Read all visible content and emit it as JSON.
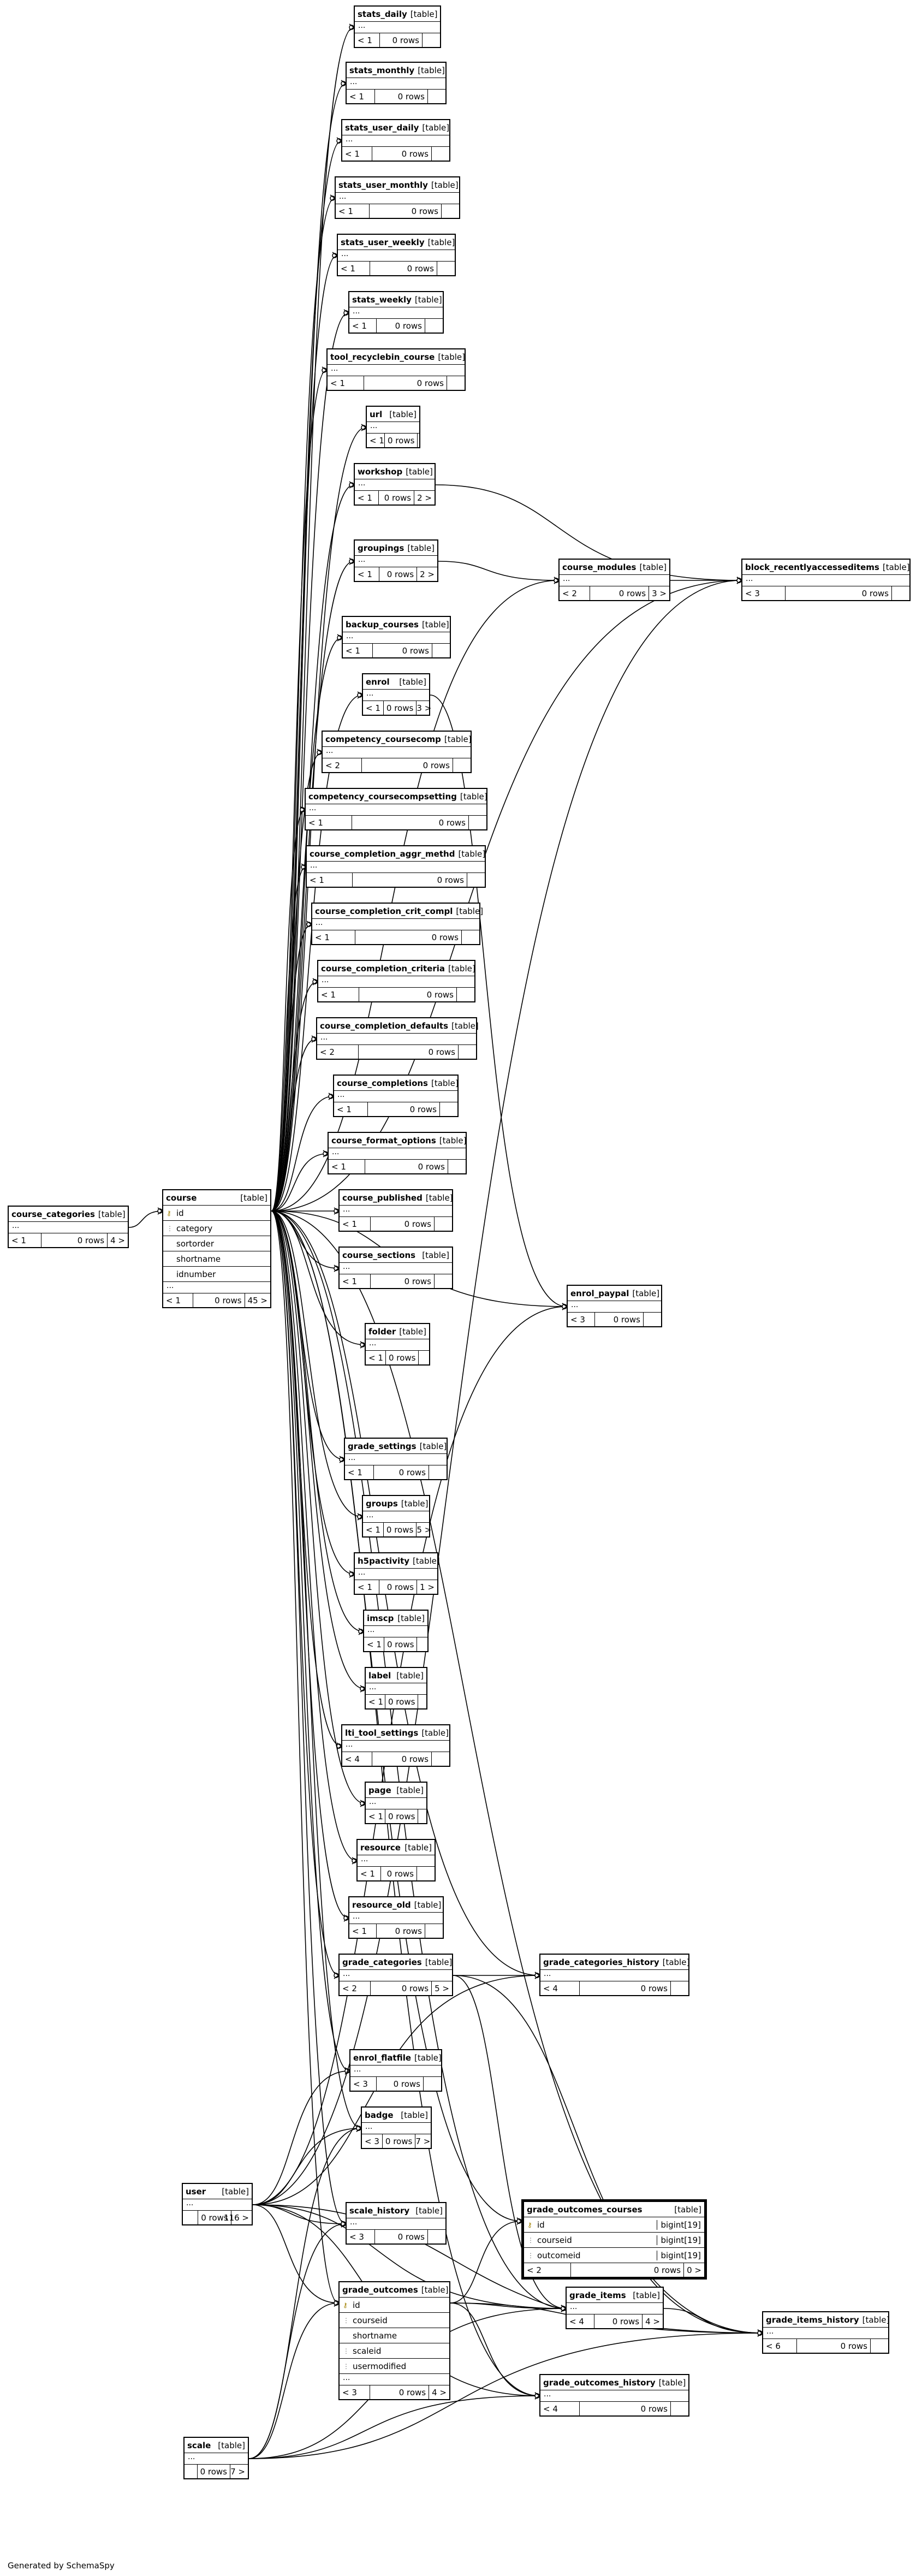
{
  "type_label": "[table]",
  "ellipsis": "...",
  "generated_by": "Generated by SchemaSpy",
  "tables": [
    {
      "id": "stats_daily",
      "name": "stats_daily",
      "parents": "< 1",
      "rows": "0 rows",
      "children": ""
    },
    {
      "id": "stats_monthly",
      "name": "stats_monthly",
      "parents": "< 1",
      "rows": "0 rows",
      "children": ""
    },
    {
      "id": "stats_user_daily",
      "name": "stats_user_daily",
      "parents": "< 1",
      "rows": "0 rows",
      "children": ""
    },
    {
      "id": "stats_user_monthly",
      "name": "stats_user_monthly",
      "parents": "< 1",
      "rows": "0 rows",
      "children": ""
    },
    {
      "id": "stats_user_weekly",
      "name": "stats_user_weekly",
      "parents": "< 1",
      "rows": "0 rows",
      "children": ""
    },
    {
      "id": "stats_weekly",
      "name": "stats_weekly",
      "parents": "< 1",
      "rows": "0 rows",
      "children": ""
    },
    {
      "id": "tool_recyclebin_course",
      "name": "tool_recyclebin_course",
      "parents": "< 1",
      "rows": "0 rows",
      "children": ""
    },
    {
      "id": "url",
      "name": "url",
      "parents": "< 1",
      "rows": "0 rows",
      "children": ""
    },
    {
      "id": "workshop",
      "name": "workshop",
      "parents": "< 1",
      "rows": "0 rows",
      "children": "2 >"
    },
    {
      "id": "groupings",
      "name": "groupings",
      "parents": "< 1",
      "rows": "0 rows",
      "children": "2 >"
    },
    {
      "id": "course_modules",
      "name": "course_modules",
      "parents": "< 2",
      "rows": "0 rows",
      "children": "3 >"
    },
    {
      "id": "block_recentlyaccesseditems",
      "name": "block_recentlyaccesseditems",
      "parents": "< 3",
      "rows": "0 rows",
      "children": ""
    },
    {
      "id": "backup_courses",
      "name": "backup_courses",
      "parents": "< 1",
      "rows": "0 rows",
      "children": ""
    },
    {
      "id": "enrol",
      "name": "enrol",
      "parents": "< 1",
      "rows": "0 rows",
      "children": "3 >"
    },
    {
      "id": "competency_coursecomp",
      "name": "competency_coursecomp",
      "parents": "< 2",
      "rows": "0 rows",
      "children": ""
    },
    {
      "id": "competency_coursecompsetting",
      "name": "competency_coursecompsetting",
      "parents": "< 1",
      "rows": "0 rows",
      "children": ""
    },
    {
      "id": "course_completion_aggr_methd",
      "name": "course_completion_aggr_methd",
      "parents": "< 1",
      "rows": "0 rows",
      "children": ""
    },
    {
      "id": "course_completion_crit_compl",
      "name": "course_completion_crit_compl",
      "parents": "< 1",
      "rows": "0 rows",
      "children": ""
    },
    {
      "id": "course_completion_criteria",
      "name": "course_completion_criteria",
      "parents": "< 1",
      "rows": "0 rows",
      "children": ""
    },
    {
      "id": "course_completion_defaults",
      "name": "course_completion_defaults",
      "parents": "< 2",
      "rows": "0 rows",
      "children": ""
    },
    {
      "id": "course_completions",
      "name": "course_completions",
      "parents": "< 1",
      "rows": "0 rows",
      "children": ""
    },
    {
      "id": "course_format_options",
      "name": "course_format_options",
      "parents": "< 1",
      "rows": "0 rows",
      "children": ""
    },
    {
      "id": "course_published",
      "name": "course_published",
      "parents": "< 1",
      "rows": "0 rows",
      "children": ""
    },
    {
      "id": "course_sections",
      "name": "course_sections",
      "parents": "< 1",
      "rows": "0 rows",
      "children": ""
    },
    {
      "id": "course_categories",
      "name": "course_categories",
      "parents": "< 1",
      "rows": "0 rows",
      "children": "4 >"
    },
    {
      "id": "course",
      "name": "course",
      "parents": "< 1",
      "rows": "0 rows",
      "children": "45 >",
      "columns": [
        {
          "key": "pk",
          "name": "id"
        },
        {
          "key": "fk",
          "name": "category"
        },
        {
          "key": "",
          "name": "sortorder"
        },
        {
          "key": "",
          "name": "shortname"
        },
        {
          "key": "",
          "name": "idnumber"
        }
      ]
    },
    {
      "id": "enrol_paypal",
      "name": "enrol_paypal",
      "parents": "< 3",
      "rows": "0 rows",
      "children": ""
    },
    {
      "id": "folder",
      "name": "folder",
      "parents": "< 1",
      "rows": "0 rows",
      "children": ""
    },
    {
      "id": "grade_settings",
      "name": "grade_settings",
      "parents": "< 1",
      "rows": "0 rows",
      "children": ""
    },
    {
      "id": "groups",
      "name": "groups",
      "parents": "< 1",
      "rows": "0 rows",
      "children": "5 >"
    },
    {
      "id": "h5pactivity",
      "name": "h5pactivity",
      "parents": "< 1",
      "rows": "0 rows",
      "children": "1 >"
    },
    {
      "id": "imscp",
      "name": "imscp",
      "parents": "< 1",
      "rows": "0 rows",
      "children": ""
    },
    {
      "id": "label",
      "name": "label",
      "parents": "< 1",
      "rows": "0 rows",
      "children": ""
    },
    {
      "id": "lti_tool_settings",
      "name": "lti_tool_settings",
      "parents": "< 4",
      "rows": "0 rows",
      "children": ""
    },
    {
      "id": "page",
      "name": "page",
      "parents": "< 1",
      "rows": "0 rows",
      "children": ""
    },
    {
      "id": "resource",
      "name": "resource",
      "parents": "< 1",
      "rows": "0 rows",
      "children": ""
    },
    {
      "id": "resource_old",
      "name": "resource_old",
      "parents": "< 1",
      "rows": "0 rows",
      "children": ""
    },
    {
      "id": "grade_categories",
      "name": "grade_categories",
      "parents": "< 2",
      "rows": "0 rows",
      "children": "5 >"
    },
    {
      "id": "grade_categories_history",
      "name": "grade_categories_history",
      "parents": "< 4",
      "rows": "0 rows",
      "children": ""
    },
    {
      "id": "enrol_flatfile",
      "name": "enrol_flatfile",
      "parents": "< 3",
      "rows": "0 rows",
      "children": ""
    },
    {
      "id": "badge",
      "name": "badge",
      "parents": "< 3",
      "rows": "0 rows",
      "children": "7 >"
    },
    {
      "id": "user",
      "name": "user",
      "parents": "",
      "rows": "0 rows",
      "children": "116 >"
    },
    {
      "id": "scale_history",
      "name": "scale_history",
      "parents": "< 3",
      "rows": "0 rows",
      "children": ""
    },
    {
      "id": "grade_outcomes_courses",
      "name": "grade_outcomes_courses",
      "parents": "< 2",
      "rows": "0 rows",
      "children": "0 >",
      "focus": true,
      "columns": [
        {
          "key": "pk",
          "name": "id",
          "type": "bigint[19]"
        },
        {
          "key": "fk",
          "name": "courseid",
          "type": "bigint[19]"
        },
        {
          "key": "fk",
          "name": "outcomeid",
          "type": "bigint[19]"
        }
      ]
    },
    {
      "id": "grade_items",
      "name": "grade_items",
      "parents": "< 4",
      "rows": "0 rows",
      "children": "4 >"
    },
    {
      "id": "grade_items_history",
      "name": "grade_items_history",
      "parents": "< 6",
      "rows": "0 rows",
      "children": ""
    },
    {
      "id": "grade_outcomes",
      "name": "grade_outcomes",
      "parents": "< 3",
      "rows": "0 rows",
      "children": "4 >",
      "columns": [
        {
          "key": "pk",
          "name": "id"
        },
        {
          "key": "fk",
          "name": "courseid"
        },
        {
          "key": "",
          "name": "shortname"
        },
        {
          "key": "fk",
          "name": "scaleid"
        },
        {
          "key": "fk",
          "name": "usermodified"
        }
      ]
    },
    {
      "id": "grade_outcomes_history",
      "name": "grade_outcomes_history",
      "parents": "< 4",
      "rows": "0 rows",
      "children": ""
    },
    {
      "id": "scale",
      "name": "scale",
      "parents": "",
      "rows": "0 rows",
      "children": "7 >"
    }
  ],
  "icons": {
    "pk": "key-icon",
    "fk": "foreign-key-icon"
  },
  "colors": {
    "line": "#000000",
    "background": "#ffffff",
    "key": "#a08000"
  }
}
